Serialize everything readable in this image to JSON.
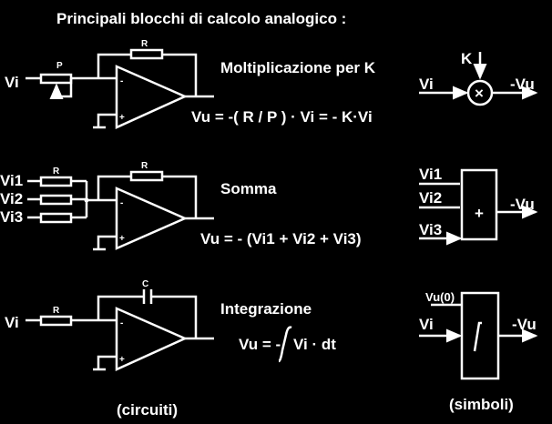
{
  "title": "Principali  blocchi di  calcolo analogico :",
  "colors": {
    "background": "#000000",
    "foreground": "#ffffff"
  },
  "mult": {
    "input": "Vi",
    "pot_label": "P",
    "res_label": "R",
    "minus": "-",
    "plus": "+",
    "name": "Moltiplicazione per  K",
    "formula": "Vu = -( R / P ) · Vi = - K·Vi",
    "sym_k": "K",
    "sym_in": "Vi",
    "sym_op": "×",
    "sym_out": "-Vu"
  },
  "sum": {
    "inputs": [
      "Vi1",
      "Vi2",
      "Vi3"
    ],
    "res_label": "R",
    "fb_label": "R",
    "minus": "-",
    "plus": "+",
    "name": "Somma",
    "formula": "Vu = - (Vi1 + Vi2 + Vi3)",
    "sym_op": "+",
    "sym_out": "-Vu"
  },
  "integ": {
    "input": "Vi",
    "res_label": "R",
    "cap_label": "C",
    "minus": "-",
    "plus": "+",
    "name": "Integrazione",
    "formula_left": "Vu = -",
    "formula_right": "Vi · dt",
    "sym_init": "Vu(0)",
    "sym_in": "Vi",
    "sym_out": "-Vu"
  },
  "footer": {
    "circuits": "(circuiti)",
    "symbols": "(simboli)"
  }
}
